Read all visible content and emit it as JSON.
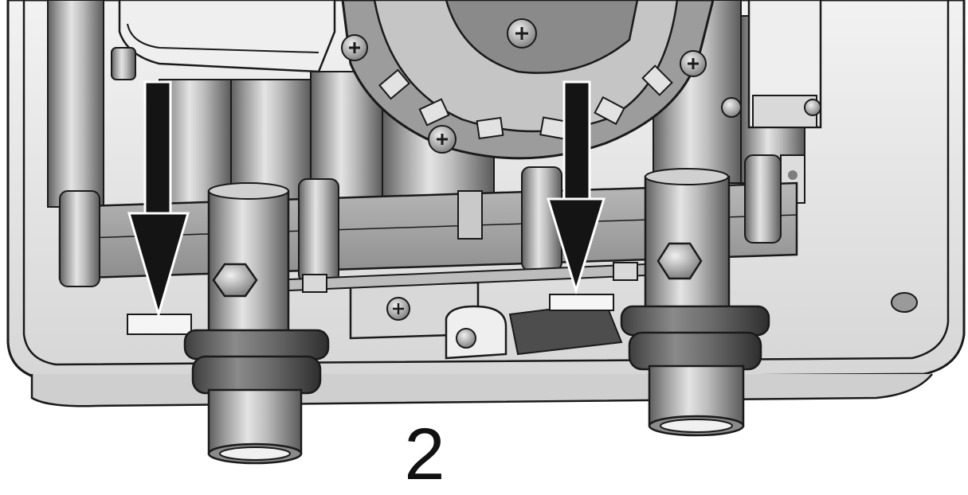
{
  "figure": {
    "step_number": "2",
    "arrow_count": 2,
    "arrow_direction": "down",
    "colors": {
      "outline": "#1a1a1a",
      "arrow_fill": "#141414",
      "metal_dark": "#6e6e6e",
      "metal_mid": "#a9a9a9",
      "metal_light": "#dcdcdc",
      "housing_fill": "#e9e9e9",
      "background": "#ffffff"
    }
  }
}
